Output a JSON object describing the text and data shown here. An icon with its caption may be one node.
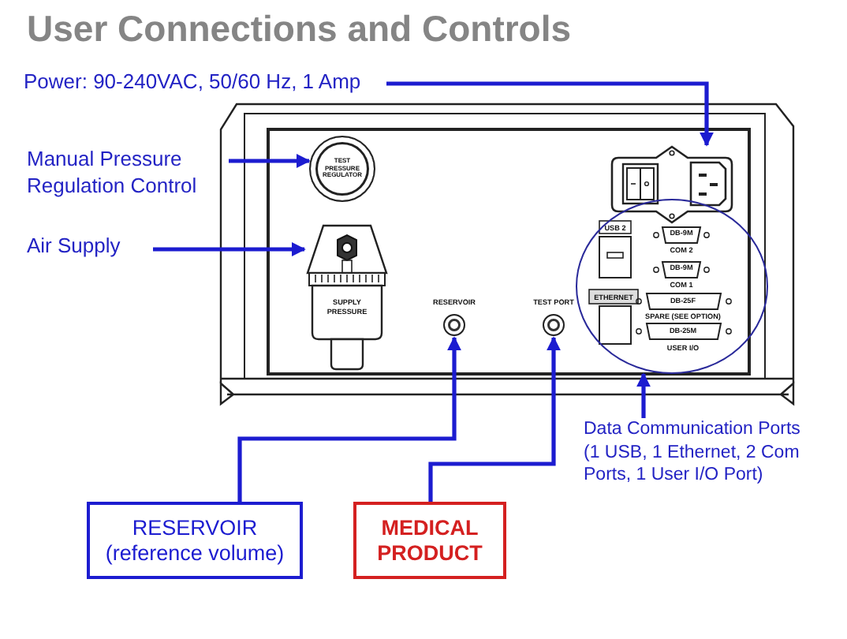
{
  "diagram": {
    "title": "User Connections and Controls",
    "nodes": [
      {
        "text": [
          "Power: 90-240VAC, 50/60 Hz, 1 Amp"
        ]
      },
      {
        "text": [
          "Manual Pressure Regulation Control"
        ]
      },
      {
        "text": [
          "Air Supply"
        ]
      },
      {
        "text": [
          "TEST PRESSURE REGULATOR"
        ]
      },
      {
        "text": [
          "SUPPLY PRESSURE"
        ]
      },
      {
        "text": [
          "RESERVOIR"
        ]
      },
      {
        "text": [
          "TEST PORT"
        ]
      },
      {
        "text": [],
        "shape": "box"
      },
      {
        "text": [],
        "shape": "circle"
      },
      {
        "text": [
          "RESERVOIR",
          "(reference volume)"
        ]
      },
      {
        "text": [
          "MEDICAL PRODUCT"
        ]
      },
      {
        "text": [
          "Data Communication Ports (1 USB, 1 Ethernet, 2 Com Ports, 1 User I/O Port)"
        ]
      }
    ],
    "edges": [
      {
        "from": 0,
        "to": 7,
        "arrow": "to"
      },
      {
        "from": 1,
        "to": 3,
        "arrow": "to"
      },
      {
        "from": 2,
        "to": 4,
        "arrow": "to"
      },
      {
        "from": 9,
        "to": 5,
        "arrow": "to"
      },
      {
        "from": 10,
        "to": 6,
        "arrow": "to"
      },
      {
        "from": 11,
        "to": 8,
        "arrow": "to"
      }
    ],
    "labels": [
      "USB 2",
      "DB-9M",
      "COM 2",
      "DB-9M",
      "COM 1",
      "ETHERNET",
      "DB-25F",
      "SPARE (SEE OPTION)",
      "DB-25M",
      "USER I/O"
    ]
  }
}
